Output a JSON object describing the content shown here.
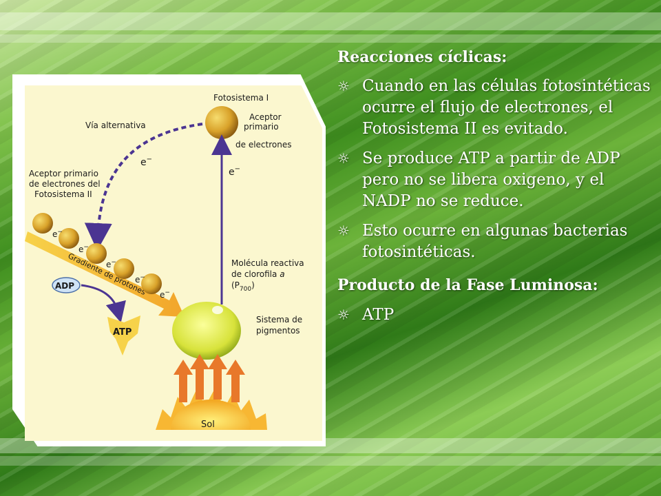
{
  "diagram": {
    "photosystem_i": "Fotosistema I",
    "aceptor_primario": [
      "Aceptor",
      "primario",
      "de electrones"
    ],
    "via_alternativa": "Vía alternativa",
    "electron": "e",
    "electron_sup": "−",
    "aceptor_ps2": [
      "Aceptor primario",
      "de electrones del",
      "Fotosistema II"
    ],
    "gradiente": "Gradiente de protones",
    "adp": "ADP",
    "atp": "ATP",
    "molecula": [
      "Molécula reactiva",
      "de clorofila"
    ],
    "molecula_a": "a",
    "p700": "(P",
    "p700_sub": "700",
    "p700_close": ")",
    "sistema": [
      "Sistema de",
      "pigmentos"
    ],
    "sol": "Sol"
  },
  "text": {
    "heading1": "Reacciones cíclicas:",
    "bullets": [
      "Cuando en las células fotosintéticas ocurre el flujo de electrones, el Fotosistema II es evitado.",
      "Se produce ATP a partir de ADP pero no se libera oxigeno, y el NADP no se reduce.",
      "Esto ocurre en algunas bacterias fotosintéticas."
    ],
    "heading2": "Producto de la Fase Luminosa:",
    "bullets2": [
      "ATP"
    ],
    "bullet_mark": "☼"
  }
}
